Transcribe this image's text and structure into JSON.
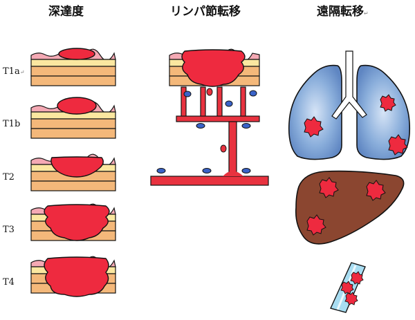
{
  "headings": {
    "depth": "深達度",
    "lymph": "リンパ節転移",
    "distant": "遠隔転移",
    "distant_mark": "↵"
  },
  "stages": [
    {
      "label": "T1a",
      "mark": "↵"
    },
    {
      "label": "T1b",
      "mark": ""
    },
    {
      "label": "T2",
      "mark": ""
    },
    {
      "label": "T3",
      "mark": ""
    },
    {
      "label": "T4",
      "mark": ""
    }
  ],
  "colors": {
    "tumor": "#ee2a3f",
    "mucosa_pink": "#f4a9b4",
    "layer_yellow": "#fbe7a0",
    "layer_orange": "#f4b87a",
    "lymph_vessel": "#e8323f",
    "lymph_node_blue": "#3a63c8",
    "lung": "#7399cf",
    "liver": "#8b4630",
    "vessel_blue": "#a8ddf2",
    "outline": "#111111"
  }
}
